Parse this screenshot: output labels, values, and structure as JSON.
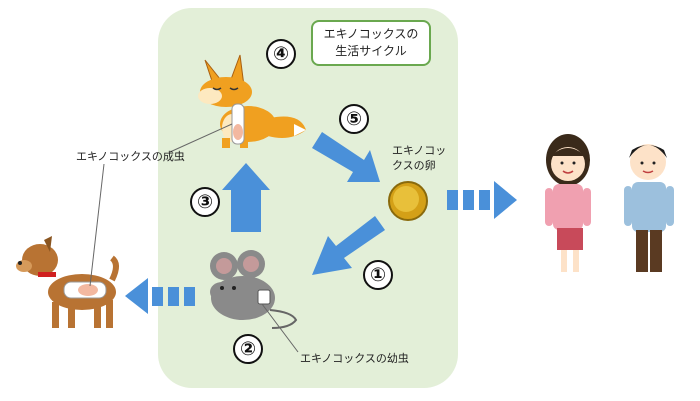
{
  "title": {
    "line1": "エキノコックスの",
    "line2": "生活サイクル"
  },
  "labels": {
    "adult": "エキノコックスの成虫",
    "egg_line1": "エキノコッ",
    "egg_line2": "クスの卵",
    "larva": "エキノコックスの幼虫"
  },
  "steps": [
    "①",
    "②",
    "③",
    "④",
    "⑤"
  ],
  "colors": {
    "panel": "#e3efd8",
    "panel_border": "#6aa84f",
    "arrow": "#4a90d9",
    "egg": "#d4a017",
    "fox": "#f0a020",
    "dog": "#b87333",
    "mouse": "#8a8a8a"
  },
  "icons": [
    "fox-icon",
    "egg-icon",
    "mouse-icon",
    "dog-icon",
    "woman-icon",
    "man-icon"
  ]
}
